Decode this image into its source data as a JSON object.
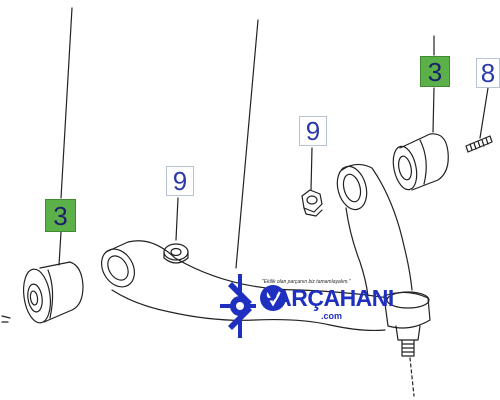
{
  "callouts": [
    {
      "id": "callout-3-left",
      "label": "3",
      "style": "green"
    },
    {
      "id": "callout-9-left",
      "label": "9",
      "style": "white"
    },
    {
      "id": "callout-9-right",
      "label": "9",
      "style": "white"
    },
    {
      "id": "callout-3-right",
      "label": "3",
      "style": "green"
    },
    {
      "id": "callout-8-right",
      "label": "8",
      "style": "white"
    }
  ],
  "watermark": {
    "slogan": "\"Ekilik olan parçanın biz tamamlayalım.\"",
    "brand": "PARÇAHANI",
    "domain": ".com"
  },
  "colors": {
    "callout_green": "#5bb04a",
    "callout_text": "#2b3aa8",
    "line": "#222222",
    "brand_blue": "#1f2fbf"
  }
}
